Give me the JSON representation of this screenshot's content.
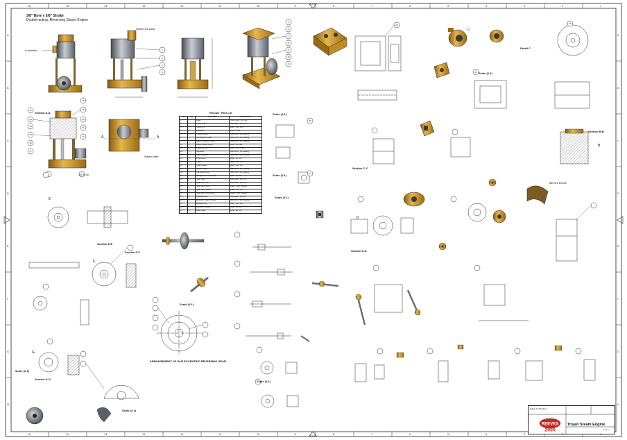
{
  "title_block": {
    "header_lines": [
      "3/8\" Bore x 5/8\" Stroke",
      "Double-acting, Reversing Steam Engine"
    ],
    "drawing_title": "Trojan Steam Engine",
    "sheet": "1 of 2",
    "drawn_by": "Edgar T. Westbury",
    "logo_brand": "REEVES",
    "logo_year": "2000"
  },
  "parts_list": {
    "title": "TROJAN - Parts List",
    "headers": [
      "Part",
      "Qty",
      "Description",
      "MADE FROM"
    ],
    "rows": [
      [
        "1",
        "1",
        "Base",
        "Steel Plate - 3/8\" Hot"
      ],
      [
        "2",
        "1",
        "Crank Shaft",
        "Mild Steel - 1/4\" Rd"
      ],
      [
        "3",
        "1",
        "Crank Pin",
        "EN8 - 3/32\" Rd"
      ],
      [
        "4",
        "1",
        "Flywheel",
        "EN8 - 2\" Rd"
      ],
      [
        "5",
        "1",
        "Cylinder Block",
        "GMC/CGI - GP Casting"
      ],
      [
        "6",
        "1",
        "Top Cylinder Cover",
        "GMC/CGI - GP Casting"
      ],
      [
        "7",
        "1",
        "Bottom Cylinder Cover",
        "GMC/CGI - GP Casting"
      ],
      [
        "8",
        "1",
        "Bottom Gland Cover",
        "EN8 - 1/2\" Hex"
      ],
      [
        "9",
        "1",
        "Lagging Plate",
        "EN8 - 1/32\" Sheet"
      ],
      [
        "10",
        "2",
        "Standard",
        "GMC/CGI - GP Casting"
      ],
      [
        "11",
        "1",
        "Main Bearing",
        "GMC/CGI - GP Casting"
      ],
      [
        "12",
        "1",
        "Piston Rod",
        "EN8 - 1/8\" Rd"
      ],
      [
        "13",
        "1",
        "Piston",
        "Brass - 5/8\" Rd"
      ],
      [
        "14",
        "1",
        "Piston Gland",
        "EN8 - 3/16\" Rd"
      ],
      [
        "15",
        "1",
        "Steam Chest",
        "GMC/CGI - GP Casting"
      ],
      [
        "16",
        "1",
        "Connecting Rod",
        "GMC/CGI - GP Casting"
      ],
      [
        "17",
        "1",
        "Gudgeon Pin / Con Rod",
        "EN8 - 1/8\" Rd"
      ],
      [
        "18",
        "1",
        "Slide Valve",
        "Mild Steel - 1/8\" Rd"
      ],
      [
        "19",
        "1",
        "Slide Valve Nut",
        "Mild Steel - 3/16\" Rd"
      ],
      [
        "20",
        "1",
        "Slide Valve Rod",
        "Brass - 3/16\" Square"
      ],
      [
        "21",
        "1",
        "Slide Valve Gland",
        "Brass - 1/4\" Rd"
      ],
      [
        "22",
        "1",
        "Slide Valve Crosshead",
        "Brass - 5/32\" Square"
      ],
      [
        "23",
        "1",
        "Eccentric Rod",
        "Mild Steel - 1/8\" Rd"
      ],
      [
        "24",
        "1",
        "Eccentric Strap & Straps",
        "GMC/CGI - GP Casting"
      ],
      [
        "25",
        "1",
        "Exhaust Pipe",
        "EN8 - 3/16\" Rd"
      ],
      [
        "26",
        "1",
        "Eccentric Sheave",
        "EN8 - 1/2\" Rd"
      ],
      [
        "27",
        "1",
        "Main Collar",
        "EN8 - 3/8\" Rd"
      ]
    ]
  },
  "labels": {
    "lubricator": "Lubricator",
    "steam_exhaust": "Steam Exhaust",
    "steam_inlet": "Steam Inlet",
    "section_aa": "Section A-A",
    "section_bb": "Section B-B",
    "section_cc": "Section C-C",
    "section_dd": "Section D-D",
    "section_ee": "Section E-E",
    "section_ff": "Section F-F",
    "section_gg": "Section G-G",
    "detail_c": "Detail C",
    "scale_2_1": "Scale (2:1)",
    "arrangement": "ARRANGEMENT OF SLIP ECCENTRIC REVERSING GEAR",
    "bevel_edge": "BEVEL EDGE",
    "letter_a": "A",
    "letter_b": "B",
    "letter_c": "C",
    "letter_d": "D",
    "letter_e": "E",
    "letter_f": "F",
    "letter_g": "G",
    "label_25_26": "25 & 26"
  },
  "balloons": [
    "1",
    "2",
    "3",
    "4",
    "5",
    "6",
    "7",
    "8",
    "9",
    "10",
    "11",
    "12",
    "13",
    "14",
    "15",
    "16",
    "17",
    "18",
    "19",
    "20",
    "21",
    "22",
    "23",
    "24",
    "25",
    "26",
    "27"
  ],
  "zone_columns": [
    "16",
    "15",
    "14",
    "13",
    "12",
    "11",
    "10",
    "9",
    "8",
    "7",
    "6",
    "5",
    "4",
    "3",
    "2",
    "1"
  ],
  "zone_rows": [
    "A",
    "B",
    "C",
    "D",
    "E",
    "F",
    "G",
    "H"
  ],
  "colors": {
    "brass": "#d9a33a",
    "brass_dark": "#9a6b14",
    "steel": "#9ca3ad",
    "steel_dark": "#5b6068",
    "dark": "#3a3a3a",
    "line": "#222222",
    "logo_red": "#c8281e"
  }
}
